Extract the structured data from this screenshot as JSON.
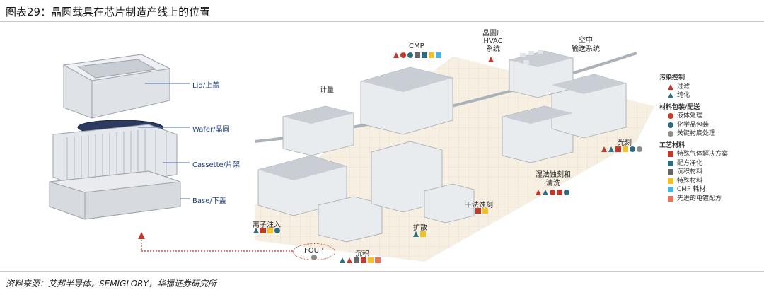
{
  "title": "图表29：晶圆载具在芯片制造产线上的位置",
  "source": "资料来源：艾邦半导体，SEMIGLORY，华福证券研究所",
  "carrier_parts": {
    "lid": "Lid/上盖",
    "wafer": "Wafer/晶圆",
    "cassette": "Cassette/片架",
    "base": "Base/下盖"
  },
  "stations": {
    "fab_hvac": "晶圆厂\nHVAC\n系统",
    "amhs": "空中\n输送系统",
    "cmp": "CMP",
    "metrology": "计量",
    "litho": "光刻",
    "wet": "湿法蚀刻和\n清洗",
    "dry": "干法蚀刻",
    "diffusion": "扩散",
    "implant": "离子注入",
    "deposition": "沉积",
    "foup": "FOUP"
  },
  "legend": {
    "contamination": {
      "title": "污染控制",
      "items": [
        {
          "label": "过滤",
          "shape": "triangle",
          "color": "#c0392b"
        },
        {
          "label": "纯化",
          "shape": "triangle",
          "color": "#2e6b7e"
        }
      ]
    },
    "materials_pkg": {
      "title": "材料包装/配送",
      "items": [
        {
          "label": "液体处理",
          "shape": "circle",
          "color": "#c0392b"
        },
        {
          "label": "化学品包装",
          "shape": "circle",
          "color": "#2e6b7e"
        },
        {
          "label": "关键衬底处理",
          "shape": "circle",
          "color": "#8a8a8a"
        }
      ]
    },
    "process_materials": {
      "title": "工艺材料",
      "items": [
        {
          "label": "特殊气体解决方案",
          "shape": "square",
          "color": "#c0392b"
        },
        {
          "label": "配方净化",
          "shape": "square",
          "color": "#2e6b7e"
        },
        {
          "label": "沉积材料",
          "shape": "square",
          "color": "#666666"
        },
        {
          "label": "特殊材料",
          "shape": "square",
          "color": "#f2c029"
        },
        {
          "label": "CMP 耗材",
          "shape": "square",
          "color": "#4fb3d9"
        },
        {
          "label": "先进的电镀配方",
          "shape": "square",
          "color": "#e8735a"
        }
      ]
    }
  },
  "colors": {
    "red": "#c0392b",
    "teal": "#2e6b7e",
    "gray": "#8a8a8a",
    "dark": "#666666",
    "yellow": "#f2c029",
    "cyan": "#4fb3d9",
    "coral": "#e8735a"
  }
}
